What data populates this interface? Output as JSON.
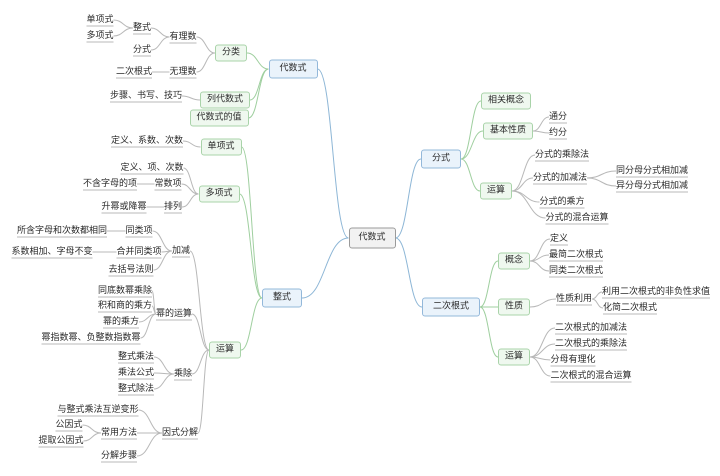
{
  "root": "代数式",
  "algebraic": {
    "title": "代数式",
    "classification": "分类",
    "rational": "有理数",
    "irrational": "无理数",
    "integral": "整式",
    "monomial": "单项式",
    "polynomial": "多项式",
    "fraction": "分式",
    "quadratic_radical": "二次根式",
    "listing": "列代数式",
    "listing_steps": "步骤、书写、技巧",
    "value": "代数式的值"
  },
  "integral": {
    "title": "整式",
    "monomial": {
      "label": "单项式",
      "detail": "定义、系数、次数"
    },
    "polynomial": {
      "label": "多项式",
      "detail": "定义、项、次数",
      "constant_term": "常数项",
      "constant_term_detail": "不含字母的项",
      "arrange": "排列",
      "arrange_detail": "升幂或降幂"
    },
    "operations": {
      "label": "运算",
      "add_sub": {
        "label": "加减",
        "like_terms": "同类项",
        "like_terms_detail": "所含字母和次数都相同",
        "combine": "合并同类项",
        "combine_detail": "系数相加、字母不变",
        "brackets": "去括号法则"
      },
      "power": {
        "label": "幂的运算",
        "items": [
          "同底数幂乘除",
          "积和商的乘方",
          "幂的乘方",
          "幂指数幂、负整数指数幂"
        ]
      },
      "muldiv": {
        "label": "乘除",
        "items": [
          "整式乘法",
          "乘法公式",
          "整式除法"
        ]
      },
      "factoring": {
        "label": "因式分解",
        "inverse": "与整式乘法互逆变形",
        "methods": "常用方法",
        "common_factor": "公因式",
        "extract": "提取公因式",
        "steps": "分解步骤"
      }
    }
  },
  "fraction": {
    "title": "分式",
    "concepts": "相关概念",
    "properties": {
      "label": "基本性质",
      "items": [
        "通分",
        "约分"
      ]
    },
    "operations": {
      "label": "运算",
      "muldiv": "分式的乘除法",
      "addsub": "分式的加减法",
      "same_denom": "同分母分式相加减",
      "diff_denom": "异分母分式相加减",
      "power": "分式的乘方",
      "mixed": "分式的混合运算"
    }
  },
  "radical": {
    "title": "二次根式",
    "concept": {
      "label": "概念",
      "items": [
        "定义",
        "最简二次根式",
        "同类二次根式"
      ]
    },
    "property": {
      "label": "性质",
      "use": "性质利用",
      "items": [
        "利用二次根式的非负性求值",
        "化简二次根式"
      ]
    },
    "operations": {
      "label": "运算",
      "items": [
        "二次根式的加减法",
        "二次根式的乘除法",
        "分母有理化",
        "二次根式的混合运算"
      ]
    }
  }
}
